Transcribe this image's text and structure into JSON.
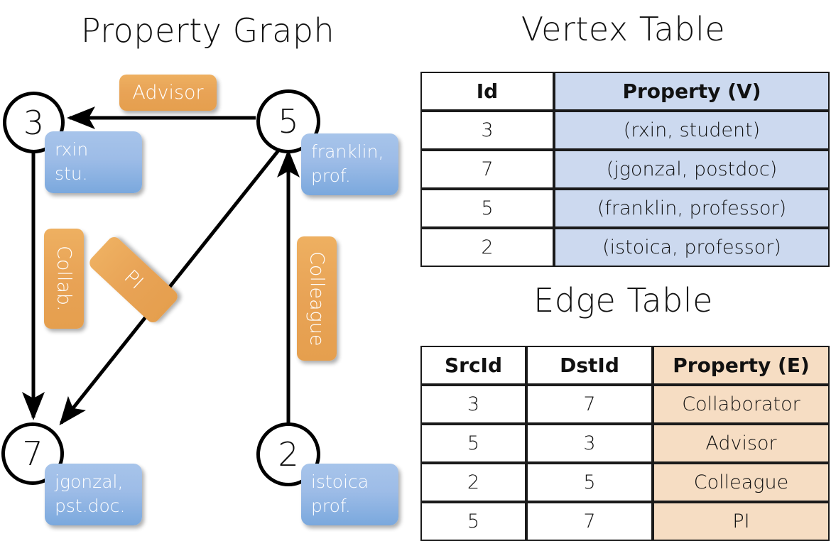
{
  "titles": {
    "graph": "Property Graph",
    "vertex_table": "Vertex Table",
    "edge_table": "Edge Table"
  },
  "colors": {
    "vertex_property_fill": "#ccd9ef",
    "edge_property_fill": "#f6ddc3",
    "vertex_box_blue": "#9dbce7",
    "edge_box_orange": "#e8a356",
    "stroke": "#000000",
    "background": "#ffffff"
  },
  "graph": {
    "nodes": [
      {
        "id": "3",
        "label": "3",
        "property_lines": [
          "rxin",
          "stu."
        ]
      },
      {
        "id": "5",
        "label": "5",
        "property_lines": [
          "franklin,",
          "prof."
        ]
      },
      {
        "id": "7",
        "label": "7",
        "property_lines": [
          "jgonzal,",
          "pst.doc."
        ]
      },
      {
        "id": "2",
        "label": "2",
        "property_lines": [
          "istoica",
          "prof."
        ]
      }
    ],
    "edges": [
      {
        "src": "5",
        "dst": "3",
        "label": "Advisor"
      },
      {
        "src": "3",
        "dst": "7",
        "label": "Collab."
      },
      {
        "src": "5",
        "dst": "7",
        "label": "PI"
      },
      {
        "src": "2",
        "dst": "5",
        "label": "Colleague"
      }
    ]
  },
  "vertex_table": {
    "headers": [
      "Id",
      "Property (V)"
    ],
    "rows": [
      {
        "id": "3",
        "property": "(rxin, student)"
      },
      {
        "id": "7",
        "property": "(jgonzal, postdoc)"
      },
      {
        "id": "5",
        "property": "(franklin, professor)"
      },
      {
        "id": "2",
        "property": "(istoica, professor)"
      }
    ]
  },
  "edge_table": {
    "headers": [
      "SrcId",
      "DstId",
      "Property (E)"
    ],
    "rows": [
      {
        "src": "3",
        "dst": "7",
        "property": "Collaborator"
      },
      {
        "src": "5",
        "dst": "3",
        "property": "Advisor"
      },
      {
        "src": "2",
        "dst": "5",
        "property": "Colleague"
      },
      {
        "src": "5",
        "dst": "7",
        "property": "PI"
      }
    ]
  }
}
